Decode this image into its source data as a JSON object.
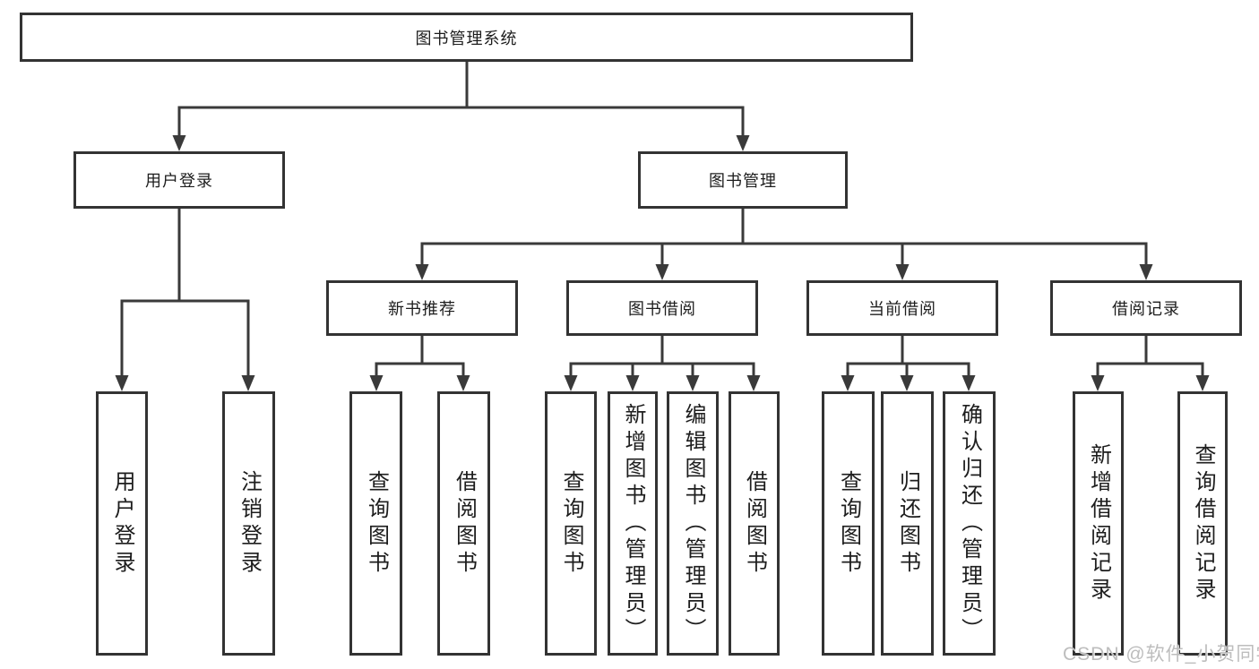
{
  "diagram": {
    "root": "图书管理系统",
    "branches": [
      {
        "label": "用户登录",
        "children": [
          "用户登录",
          "注销登录"
        ]
      },
      {
        "label": "图书管理",
        "sections": [
          {
            "label": "新书推荐",
            "children": [
              "查询图书",
              "借阅图书"
            ]
          },
          {
            "label": "图书借阅",
            "children": [
              "查询图书",
              "新增图书（管理员）",
              "编辑图书（管理员）",
              "借阅图书"
            ]
          },
          {
            "label": "当前借阅",
            "children": [
              "查询图书",
              "归还图书",
              "确认归还（管理员）"
            ]
          },
          {
            "label": "借阅记录",
            "children": [
              "新增借阅记录",
              "查询借阅记录"
            ]
          }
        ]
      }
    ]
  },
  "watermark": "CSDN @软件_小贺同学",
  "colors": {
    "line": "#3a3a3a",
    "border": "#333333",
    "text": "#1d1d1d",
    "background": "#ffffff",
    "watermark": "#bdbdbd"
  }
}
